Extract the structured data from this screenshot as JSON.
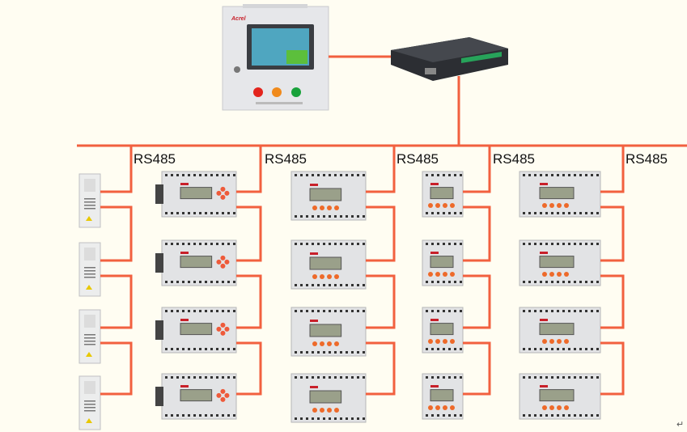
{
  "colors": {
    "background": "#fffdf2",
    "bus_line": "#f2603f"
  },
  "monitor_cabinet": {
    "logo": "Acrel"
  },
  "bus_labels": [
    "RS485",
    "RS485",
    "RS485",
    "RS485",
    "RS485"
  ],
  "return_mark": "↵"
}
